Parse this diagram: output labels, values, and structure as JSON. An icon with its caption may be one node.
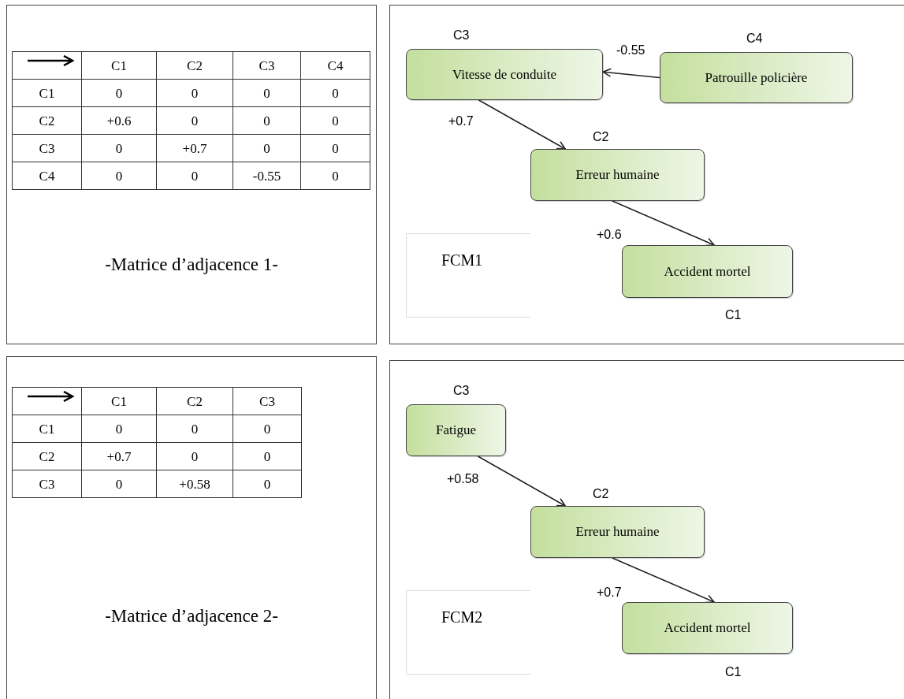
{
  "diagram": {
    "nodes": [
      {
        "text": [
          "-Matrice d’adjacence 1-"
        ]
      },
      {
        "text": [],
        "shape": "box"
      },
      {
        "text": [
          "Vitesse de conduite"
        ],
        "in": 1,
        "beside": [
          "C3"
        ]
      },
      {
        "text": [
          "Patrouille policière"
        ],
        "in": 1,
        "beside": [
          "C4"
        ]
      },
      {
        "text": [
          "Erreur humaine"
        ],
        "in": 1,
        "beside": [
          "C2"
        ]
      },
      {
        "text": [
          "Accident mortel"
        ],
        "in": 1,
        "beside": [
          "C1"
        ]
      },
      {
        "text": [
          "FCM1"
        ],
        "in": 1
      },
      {
        "text": [
          "-Matrice d’adjacence 2-"
        ]
      },
      {
        "text": [],
        "shape": "box"
      },
      {
        "text": [
          "Fatigue"
        ],
        "in": 8,
        "beside": [
          "C3"
        ]
      },
      {
        "text": [
          "Erreur humaine"
        ],
        "in": 8,
        "beside": [
          "C2"
        ]
      },
      {
        "text": [
          "Accident mortel"
        ],
        "in": 8,
        "beside": [
          "C1"
        ]
      },
      {
        "text": [
          "FCM2"
        ],
        "in": 8
      }
    ],
    "edges": [
      {
        "from": 3,
        "to": 2,
        "arrow": "to",
        "label": "-0.55"
      },
      {
        "from": 2,
        "to": 4,
        "arrow": "to",
        "label": "+0.7"
      },
      {
        "from": 4,
        "to": 5,
        "arrow": "to",
        "label": "+0.6"
      },
      {
        "from": 9,
        "to": 10,
        "arrow": "to",
        "label": "+0.58"
      },
      {
        "from": 10,
        "to": 11,
        "arrow": "to",
        "label": "+0.7"
      }
    ],
    "labels": [
      "C1",
      "C2",
      "C3",
      "C4",
      "C1",
      "0",
      "0",
      "0",
      "0",
      "C2",
      "+0.6",
      "0",
      "0",
      "0",
      "C3",
      "0",
      "+0.7",
      "0",
      "0",
      "C4",
      "0",
      "0",
      "-0.55",
      "0",
      "C1",
      "C2",
      "C3",
      "C1",
      "0",
      "0",
      "0",
      "C2",
      "+0.7",
      "0",
      "0",
      "C3",
      "0",
      "+0.58",
      "0"
    ]
  }
}
